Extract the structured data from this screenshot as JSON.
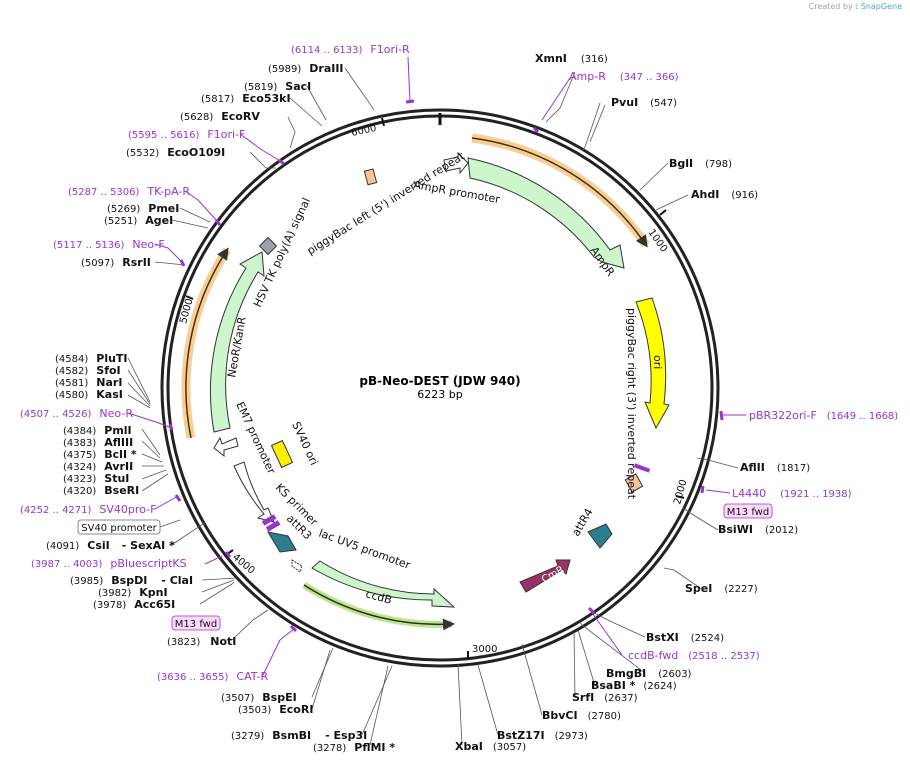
{
  "credit": {
    "prefix": "Created by",
    "brand": "SnapGene"
  },
  "plasmid": {
    "name": "pB-Neo-DEST (JDW 940)",
    "length_label": "6223 bp"
  },
  "ticks": [
    "1000",
    "2000",
    "3000",
    "4000",
    "5000",
    "6000"
  ],
  "colors": {
    "primer": "#9933cc",
    "ampr": "#ccf5cc",
    "ori": "#ffff00",
    "ccdb": "#993366",
    "att": "#2b7d8f",
    "sv40ori": "#ffee00",
    "inverted_repeat_left": "#f5c29a",
    "inverted_repeat_right": "#f5c29a",
    "polyA": "#9aa0a6",
    "primer_bind": "#ffd9ff"
  },
  "labels": {
    "sites": [
      {
        "id": "xmni",
        "name": "XmnI",
        "pos": "(316)"
      },
      {
        "id": "pvui",
        "name": "PvuI",
        "pos": "(547)"
      },
      {
        "id": "bgli",
        "name": "BglI",
        "pos": "(798)"
      },
      {
        "id": "ahdi",
        "name": "AhdI",
        "pos": "(916)"
      },
      {
        "id": "aflii",
        "name": "AflII",
        "pos": "(1817)"
      },
      {
        "id": "bsiwi",
        "name": "BsiWI",
        "pos": "(2012)"
      },
      {
        "id": "spei",
        "name": "SpeI",
        "pos": "(2227)"
      },
      {
        "id": "bstxi",
        "name": "BstXI",
        "pos": "(2524)"
      },
      {
        "id": "bmgbi",
        "name": "BmgBI",
        "pos": "(2603)"
      },
      {
        "id": "bsabi",
        "name": "BsaBI *",
        "pos": "(2624)"
      },
      {
        "id": "srfi",
        "name": "SrfI",
        "pos": "(2637)"
      },
      {
        "id": "bbvci",
        "name": "BbvCI",
        "pos": "(2780)"
      },
      {
        "id": "bstz17i",
        "name": "BstZ17I",
        "pos": "(2973)"
      },
      {
        "id": "xbai",
        "name": "XbaI",
        "pos": "(3057)"
      },
      {
        "id": "pflmi",
        "name": "PflMI *",
        "pos": "(3278)"
      },
      {
        "id": "bsmbi",
        "name": "BsmBI",
        "pos": "(3279)"
      },
      {
        "id": "esp3i",
        "name": "- Esp3I",
        "pos": ""
      },
      {
        "id": "ecori",
        "name": "EcoRI",
        "pos": "(3503)"
      },
      {
        "id": "bspei",
        "name": "BspEI",
        "pos": "(3507)"
      },
      {
        "id": "noti",
        "name": "NotI",
        "pos": "(3823)"
      },
      {
        "id": "acc65i",
        "name": "Acc65I",
        "pos": "(3978)"
      },
      {
        "id": "kpni",
        "name": "KpnI",
        "pos": "(3982)"
      },
      {
        "id": "bspdi",
        "name": "BspDI",
        "pos": "(3985)"
      },
      {
        "id": "clai",
        "name": "- ClaI",
        "pos": ""
      },
      {
        "id": "csii",
        "name": "CsiI",
        "pos": "(4091)"
      },
      {
        "id": "sexai",
        "name": "- SexAI *",
        "pos": ""
      },
      {
        "id": "bseri",
        "name": "BseRI",
        "pos": "(4320)"
      },
      {
        "id": "stui",
        "name": "StuI",
        "pos": "(4323)"
      },
      {
        "id": "avrii",
        "name": "AvrII",
        "pos": "(4324)"
      },
      {
        "id": "bcli",
        "name": "BclI *",
        "pos": "(4375)"
      },
      {
        "id": "aflIII",
        "name": "AflIII",
        "pos": "(4383)"
      },
      {
        "id": "pmli",
        "name": "PmlI",
        "pos": "(4384)"
      },
      {
        "id": "kasi",
        "name": "KasI",
        "pos": "(4580)"
      },
      {
        "id": "nari",
        "name": "NarI",
        "pos": "(4581)"
      },
      {
        "id": "sfoi",
        "name": "SfoI",
        "pos": "(4582)"
      },
      {
        "id": "pluti",
        "name": "PluTI",
        "pos": "(4584)"
      },
      {
        "id": "rsrii",
        "name": "RsrII",
        "pos": "(5097)"
      },
      {
        "id": "agei",
        "name": "AgeI",
        "pos": "(5251)"
      },
      {
        "id": "pmei",
        "name": "PmeI",
        "pos": "(5269)"
      },
      {
        "id": "eco0109i",
        "name": "EcoO109I",
        "pos": "(5532)"
      },
      {
        "id": "ecorv",
        "name": "EcoRV",
        "pos": "(5628)"
      },
      {
        "id": "eco53ki",
        "name": "Eco53kI",
        "pos": "(5817)"
      },
      {
        "id": "saci",
        "name": "SacI",
        "pos": "(5819)"
      },
      {
        "id": "draiii",
        "name": "DraIII",
        "pos": "(5989)"
      }
    ],
    "primers": [
      {
        "id": "f1ori-r",
        "name": "F1ori-R",
        "pos": "(6114 .. 6133)"
      },
      {
        "id": "amp-r",
        "name": "Amp-R",
        "pos": "(347 .. 366)"
      },
      {
        "id": "pbr322ori-f",
        "name": "pBR322ori-F",
        "pos": "(1649 .. 1668)"
      },
      {
        "id": "l4440",
        "name": "L4440",
        "pos": "(1921 .. 1938)"
      },
      {
        "id": "ccdb-fwd",
        "name": "ccdB-fwd",
        "pos": "(2518 .. 2537)"
      },
      {
        "id": "cat-r",
        "name": "CAT-R",
        "pos": "(3636 .. 3655)"
      },
      {
        "id": "pbluescriptks",
        "name": "pBluescriptKS",
        "pos": "(3987 .. 4003)"
      },
      {
        "id": "sv40pro-f",
        "name": "SV40pro-F",
        "pos": "(4252 .. 4271)"
      },
      {
        "id": "neo-r",
        "name": "Neo-R",
        "pos": "(4507 .. 4526)"
      },
      {
        "id": "neo-f",
        "name": "Neo-F",
        "pos": "(5117 .. 5136)"
      },
      {
        "id": "tk-pa-r",
        "name": "TK-pA-R",
        "pos": "(5287 .. 5306)"
      },
      {
        "id": "f1ori-f",
        "name": "F1ori-F",
        "pos": "(5595 .. 5616)"
      }
    ],
    "boxes": [
      {
        "id": "m13fwd-right",
        "name": "M13 fwd"
      },
      {
        "id": "m13fwd-left",
        "name": "M13 fwd"
      },
      {
        "id": "sv40-promoter",
        "name": "SV40 promoter"
      }
    ],
    "features": [
      {
        "id": "ampr-promoter",
        "name": "AmpR promoter"
      },
      {
        "id": "ampr",
        "name": "AmpR"
      },
      {
        "id": "ori",
        "name": "ori"
      },
      {
        "id": "piggybac-right",
        "name": "piggyBac right (3') inverted repeat"
      },
      {
        "id": "piggybac-left",
        "name": "piggyBac left (5') inverted repeat"
      },
      {
        "id": "hsv-tk",
        "name": "HSV TK poly(A) signal"
      },
      {
        "id": "neor",
        "name": "NeoR/KanR"
      },
      {
        "id": "em7",
        "name": "EM7 promoter"
      },
      {
        "id": "sv40ori",
        "name": "SV40 ori"
      },
      {
        "id": "ks-primer",
        "name": "KS primer"
      },
      {
        "id": "attr3",
        "name": "attR3"
      },
      {
        "id": "lacuv5",
        "name": "lac UV5 promoter"
      },
      {
        "id": "cmr",
        "name": "CmR"
      },
      {
        "id": "ccdb",
        "name": "ccdB"
      },
      {
        "id": "attr4",
        "name": "attR4"
      }
    ]
  }
}
